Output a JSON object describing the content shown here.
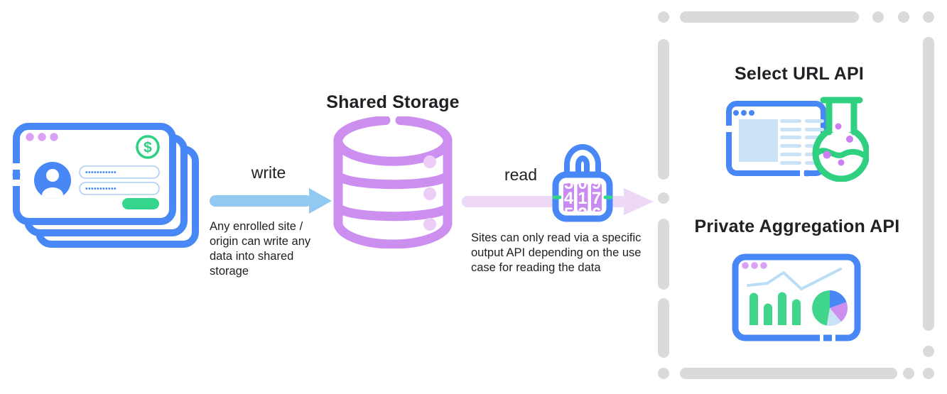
{
  "colors": {
    "blue": "#4787F6",
    "green": "#2FD180",
    "green_fill": "#34D68E",
    "purple": "#CC8FF0",
    "purple_dot": "#D9A0F5",
    "light_purple_dot": "#ECCDF8",
    "lavender_arrow": "#EDD8F8",
    "sky_arrow": "#92C9F3",
    "light_blue_fill": "#C9E2F6",
    "gray_dash": "#D9DADB",
    "text": "#202124"
  },
  "login_stack": {
    "icon": "browser-stack-login-icon",
    "currency_symbol": "$",
    "password_dots": "•••••••••••"
  },
  "write_flow": {
    "label": "write",
    "description": "Any enrolled site / origin can write any data into shared storage"
  },
  "storage": {
    "title": "Shared Storage",
    "icon": "database-icon"
  },
  "read_flow": {
    "label": "read",
    "description": "Sites can only read via a specific output API depending on the use case for reading the data"
  },
  "lock": {
    "icon": "combination-lock-icon",
    "digits": [
      "4",
      "1",
      "7"
    ],
    "partial_digits_top": [
      "5",
      "0",
      "9"
    ],
    "partial_digits_bottom": [
      "5",
      "2",
      "6"
    ]
  },
  "output_apis": {
    "select_url": {
      "title": "Select URL API",
      "icon": "browser-flask-icon"
    },
    "private_aggregation": {
      "title": "Private Aggregation API",
      "icon": "dashboard-chart-icon"
    }
  }
}
